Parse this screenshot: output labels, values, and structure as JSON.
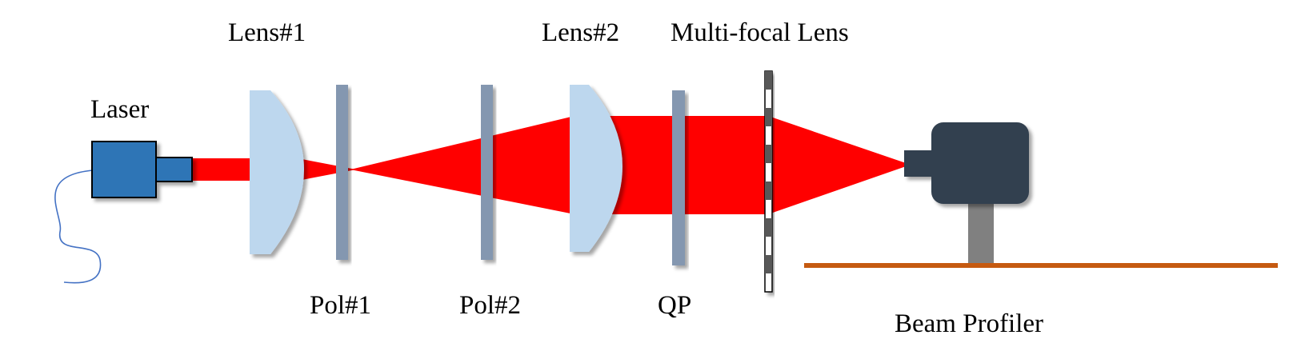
{
  "labels": {
    "laser": "Laser",
    "lens1": "Lens#1",
    "lens2": "Lens#2",
    "multifocal": "Multi-focal Lens",
    "pol1": "Pol#1",
    "pol2": "Pol#2",
    "qp": "QP",
    "beam_profiler": "Beam Profiler"
  },
  "colors": {
    "beam": "#ff0000",
    "lens": "#bdd7ee",
    "polarizer": "#8497b0",
    "laser_body": "#2e75b6",
    "profiler_body": "#323f4f",
    "profiler_stand": "#808080",
    "rail": "#c55a11",
    "cable": "#4472c4",
    "multifocal_dark": "#595959",
    "multifocal_light": "#ffffff"
  }
}
